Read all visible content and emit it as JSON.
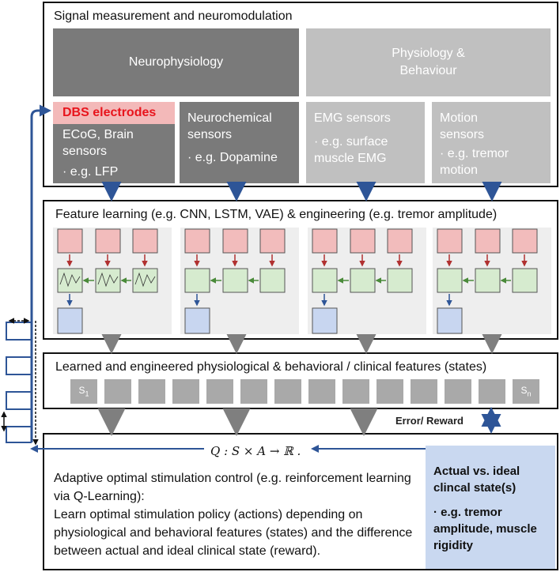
{
  "panel1": {
    "title": "Signal measurement and neuromodulation",
    "neurophysiology": "Neurophysiology",
    "physiology_behaviour": "Physiology & Behaviour",
    "dbs": "DBS electrodes",
    "ecog": "ECoG, Brain sensors",
    "ecog_example": "· e.g. LFP",
    "neurochemical": "Neurochemical sensors",
    "neurochemical_example": "· e.g. Dopamine",
    "emg": "EMG sensors",
    "emg_example": "· e.g. surface muscle EMG",
    "motion": "Motion sensors",
    "motion_example": "· e.g. tremor motion"
  },
  "panel2": {
    "title": "Feature learning (e.g. CNN, LSTM, VAE) & engineering (e.g. tremor amplitude)"
  },
  "panel3": {
    "title": "Learned and engineered physiological & behavioral / clinical features (states)",
    "first_state": "S1",
    "last_state": "Sn"
  },
  "error_reward": "Error/ Reward",
  "panel4": {
    "equation": "Q : S × A → ℝ .",
    "text1": "Adaptive optimal stimulation control (e.g. reinforcement learning via Q-Learning):",
    "text2": "Learn optimal stimulation policy (actions) depending on physiological and behavioral features (states) and the difference between actual and ideal clinical state (reward).",
    "state_title": "Actual vs. ideal clincal state(s)",
    "state_example": "· e.g. tremor amplitude, muscle rigidity"
  },
  "colors": {
    "dark_gray": "#7a7a7a",
    "light_gray": "#c0c0c0",
    "dbs_pink": "#f3b9b9",
    "dbs_red": "#e8141c",
    "arrow_blue": "#2e5597",
    "input_pink": "#f2bcbc",
    "hidden_green": "#d6ebcf",
    "output_blue": "#c8d6f0",
    "state_blue": "#c9d8f0"
  }
}
